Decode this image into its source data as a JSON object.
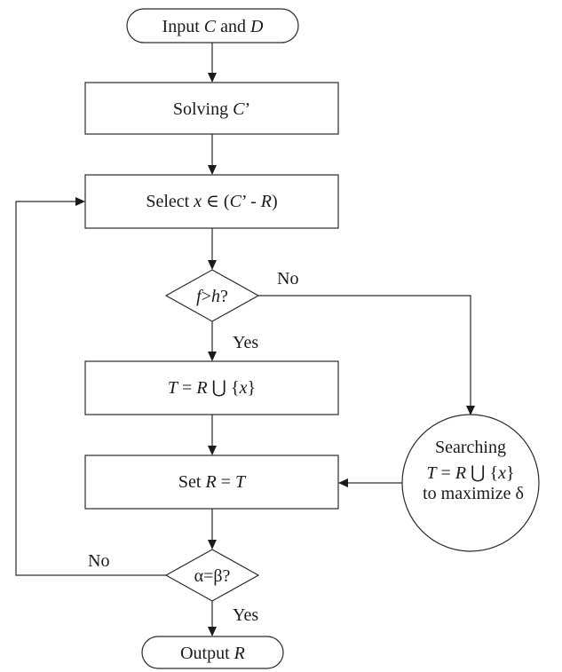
{
  "flowchart": {
    "start": {
      "prefix": "Input ",
      "var1": "C",
      "mid": " and ",
      "var2": "D"
    },
    "solve": {
      "prefix": "Solving ",
      "var": "C",
      "suffix": "’"
    },
    "select": {
      "prefix": "Select ",
      "var": "x",
      "mid": " ∈ (",
      "var2": "C",
      "mid2": "’  - ",
      "var3": "R",
      "suffix": ")"
    },
    "decision1": {
      "var1": "f",
      "op": ">",
      "var2": "h",
      "suffix": "?"
    },
    "union": {
      "var1": "T",
      "mid": " = ",
      "var2": "R",
      "op": " ⋃ {",
      "var3": "x",
      "suffix": "}"
    },
    "set": {
      "prefix": "Set ",
      "var1": "R",
      "mid": " = ",
      "var2": "T"
    },
    "decision2": {
      "text": "α=β?"
    },
    "end": {
      "prefix": "Output ",
      "var": "R"
    },
    "search": {
      "line1": "Searching",
      "line2_var1": "T",
      "line2_mid": " = ",
      "line2_var2": "R",
      "line2_op": " ⋃ {",
      "line2_var3": "x",
      "line2_suffix": "}",
      "line3": "to maximize δ"
    },
    "labels": {
      "no_top": "No",
      "yes_mid": "Yes",
      "no_bottom": "No",
      "yes_bottom": "Yes"
    }
  }
}
